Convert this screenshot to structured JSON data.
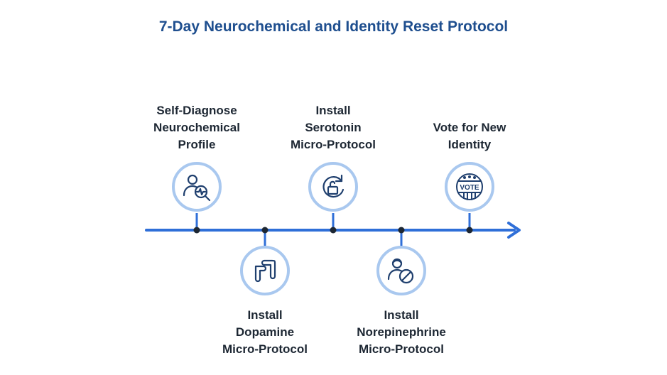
{
  "title": "7-Day Neurochemical and Identity Reset Protocol",
  "steps": [
    {
      "lines": [
        "Self-Diagnose",
        "Neurochemical",
        "Profile"
      ],
      "icon": "person-diagnose-icon"
    },
    {
      "lines": [
        "Install",
        "Dopamine",
        "Micro-Protocol"
      ],
      "icon": "dopamine-shapes-icon"
    },
    {
      "lines": [
        "Install",
        "Serotonin",
        "Micro-Protocol"
      ],
      "icon": "refresh-unlock-icon"
    },
    {
      "lines": [
        "Install",
        "Norepinephrine",
        "Micro-Protocol"
      ],
      "icon": "person-block-icon"
    },
    {
      "lines": [
        "Vote for New",
        "Identity"
      ],
      "icon": "vote-badge-icon"
    }
  ],
  "icon_text": {
    "vote": "VOTE"
  },
  "colors": {
    "line": "#2f6fd8",
    "circle": "#a9c8ef",
    "icon": "#1f3f6e",
    "title": "#1f4f8f"
  }
}
